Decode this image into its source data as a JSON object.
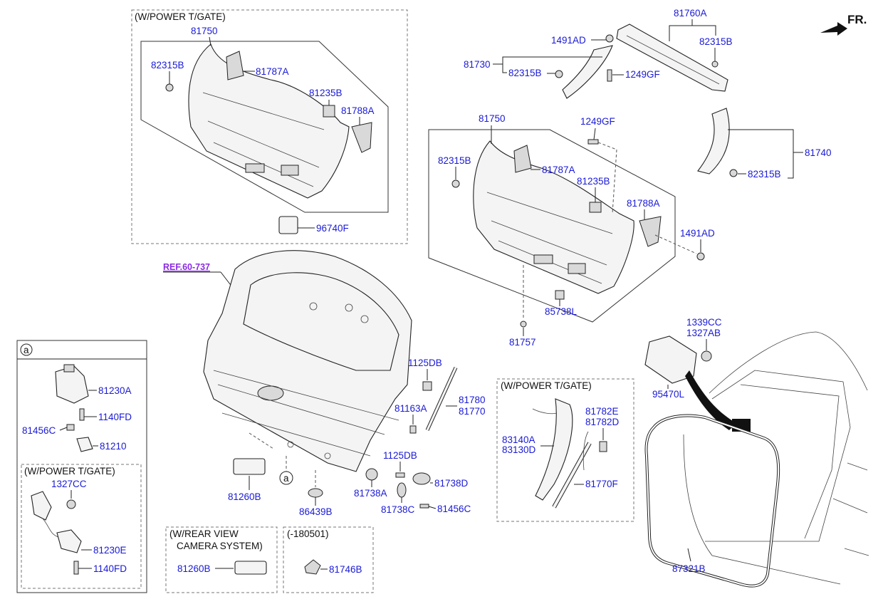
{
  "direction": "FR.",
  "ref_label": "REF.60-737",
  "callout_a": "a",
  "boxes": {
    "power_tgate_top": "(W/POWER T/GATE)",
    "power_tgate_mid": "(W/POWER T/GATE)",
    "power_tgate_left": "(W/POWER T/GATE)",
    "rear_view_line1": "(W/REAR VIEW",
    "rear_view_line2": "CAMERA SYSTEM)",
    "date_code": "(-180501)"
  },
  "labels": {
    "p81750_top": "81750",
    "p82315B_top": "82315B",
    "p81787A_top": "81787A",
    "p81235B_top": "81235B",
    "p81788A_top": "81788A",
    "p96740F": "96740F",
    "p81760A": "81760A",
    "p1491AD_top": "1491AD",
    "p82315B_r1": "82315B",
    "p81730": "81730",
    "p82315B_r2": "82315B",
    "p1249GF_top": "1249GF",
    "p81750_mid": "81750",
    "p1249GF_mid": "1249GF",
    "p82315B_mid": "82315B",
    "p81787A_mid": "81787A",
    "p81235B_mid": "81235B",
    "p81788A_mid": "81788A",
    "p1491AD_mid": "1491AD",
    "p85738L": "85738L",
    "p81757": "81757",
    "p81740": "81740",
    "p82315B_r3": "82315B",
    "p1339CC": "1339CC",
    "p1327AB": "1327AB",
    "p95470L": "95470L",
    "p1125DB_a": "1125DB",
    "p81780": "81780",
    "p81770": "81770",
    "p81163A": "81163A",
    "p1125DB_b": "1125DB",
    "p81738D": "81738D",
    "p81738A": "81738A",
    "p81738C": "81738C",
    "p81456C_r": "81456C",
    "p81260B": "81260B",
    "p86439B": "86439B",
    "p81782E": "81782E",
    "p81782D": "81782D",
    "p83140A": "83140A",
    "p83130D": "83130D",
    "p81770F": "81770F",
    "p87321B": "87321B",
    "p81230A": "81230A",
    "p1140FD_a": "1140FD",
    "p81456C_l": "81456C",
    "p81210": "81210",
    "p1327CC": "1327CC",
    "p81230E": "81230E",
    "p1140FD_b": "1140FD",
    "p81260B_cam": "81260B",
    "p81746B": "81746B"
  }
}
